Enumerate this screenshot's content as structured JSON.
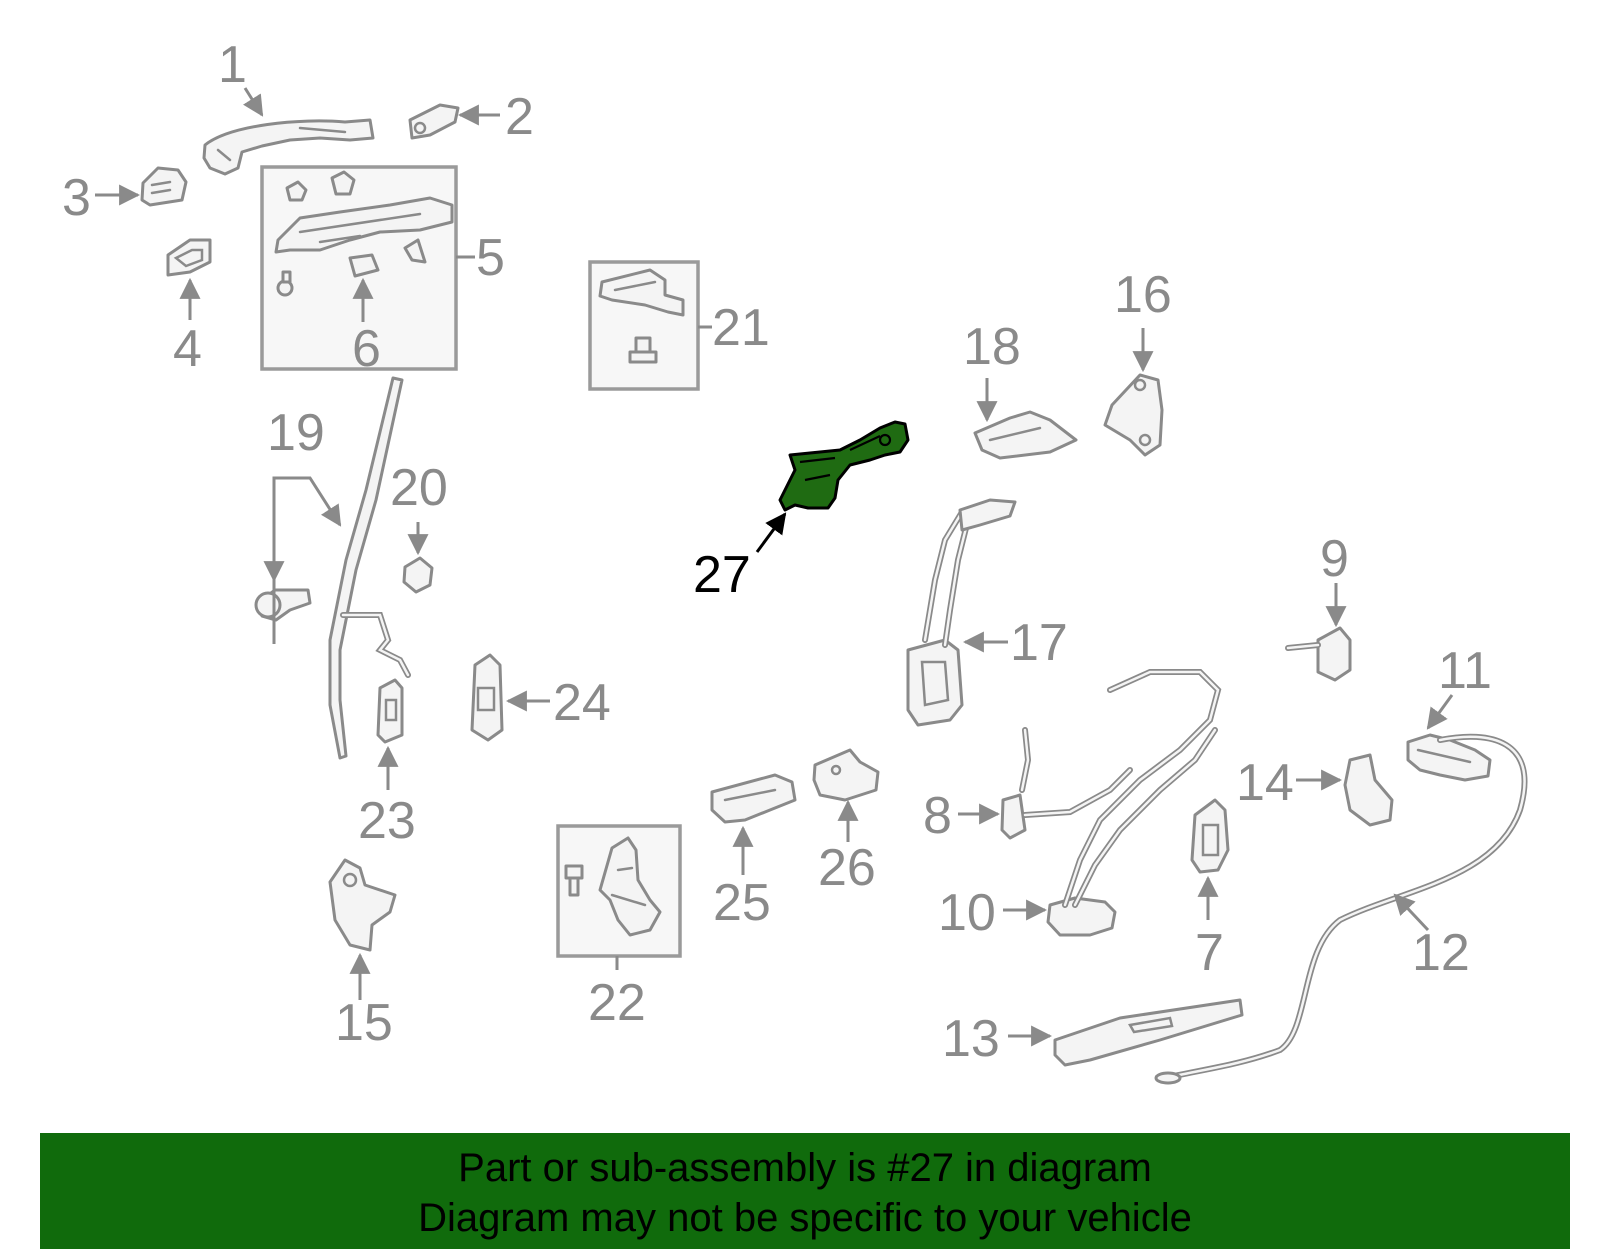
{
  "callouts": {
    "c1": "1",
    "c2": "2",
    "c3": "3",
    "c4": "4",
    "c5": "5",
    "c6": "6",
    "c7": "7",
    "c8": "8",
    "c9": "9",
    "c10": "10",
    "c11": "11",
    "c12": "12",
    "c13": "13",
    "c14": "14",
    "c15": "15",
    "c16": "16",
    "c17": "17",
    "c18": "18",
    "c19": "19",
    "c20": "20",
    "c21": "21",
    "c22": "22",
    "c23": "23",
    "c24": "24",
    "c25": "25",
    "c26": "26",
    "c27": "27"
  },
  "highlighted_part": "27",
  "colors": {
    "highlight": "#1f6b12",
    "banner": "#106b0c",
    "parts": "#8a8a8a"
  },
  "banner": {
    "line1": "Part or sub-assembly is #27 in diagram",
    "line2": "Diagram may not be specific to your vehicle"
  }
}
